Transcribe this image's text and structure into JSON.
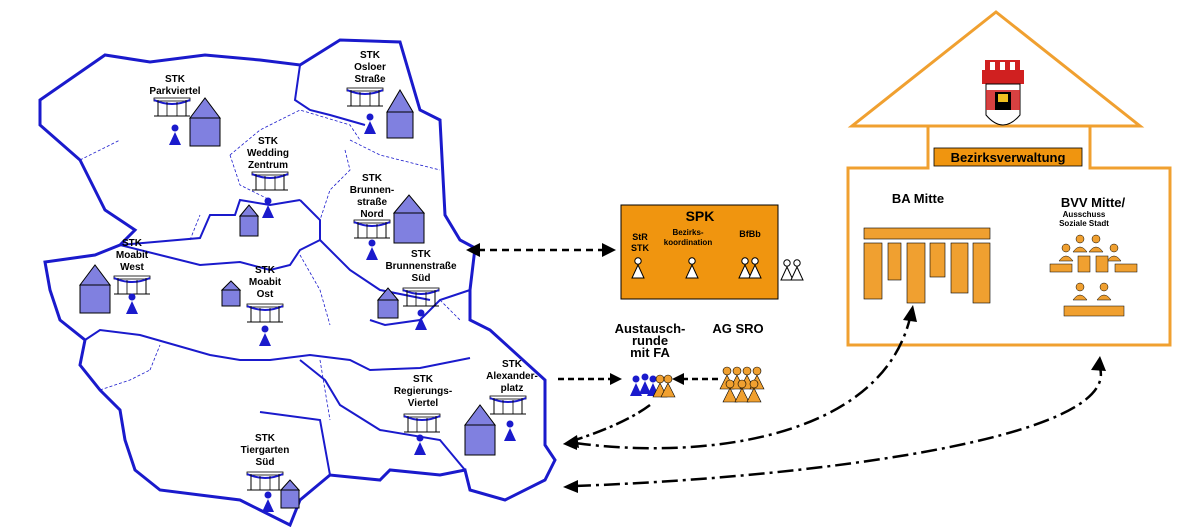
{
  "districts": [
    {
      "id": "parkviertel",
      "lines": [
        "STK",
        "Parkviertel"
      ]
    },
    {
      "id": "osloer",
      "lines": [
        "STK",
        "Osloer",
        "Straße"
      ]
    },
    {
      "id": "wedding",
      "lines": [
        "STK",
        "Wedding",
        "Zentrum"
      ]
    },
    {
      "id": "brunnen-nord",
      "lines": [
        "STK",
        "Brunnen-",
        "straße",
        "Nord"
      ]
    },
    {
      "id": "brunnen-sued",
      "lines": [
        "STK",
        "Brunnenstraße",
        "Süd"
      ]
    },
    {
      "id": "moabit-west",
      "lines": [
        "STK",
        "Moabit",
        "West"
      ]
    },
    {
      "id": "moabit-ost",
      "lines": [
        "STK",
        "Moabit",
        "Ost"
      ]
    },
    {
      "id": "alexanderplatz",
      "lines": [
        "STK",
        "Alexander-",
        "platz"
      ]
    },
    {
      "id": "regierungsviertel",
      "lines": [
        "STK",
        "Regierungs-",
        "Viertel"
      ]
    },
    {
      "id": "tiergarten",
      "lines": [
        "STK",
        "Tiergarten",
        "Süd"
      ]
    }
  ],
  "spk": {
    "title": "SPK",
    "col1": [
      "StR",
      "STK"
    ],
    "col2": [
      "Bezirks-",
      "koordination"
    ],
    "col3": "BfBb"
  },
  "austausch": [
    "Austausch-",
    "runde",
    "mit FA"
  ],
  "ag_sro": "AG SRO",
  "building": {
    "banner": "Bezirksverwaltung",
    "ba": "BA Mitte",
    "bvv": "BVV Mitte/",
    "bvv_sub": [
      "Ausschuss",
      "Soziale Stadt"
    ]
  },
  "colors": {
    "map_blue": "#1a1acc",
    "house_fill": "#8080e0",
    "orange": "#f0a030",
    "spk_fill": "#f0950f"
  }
}
